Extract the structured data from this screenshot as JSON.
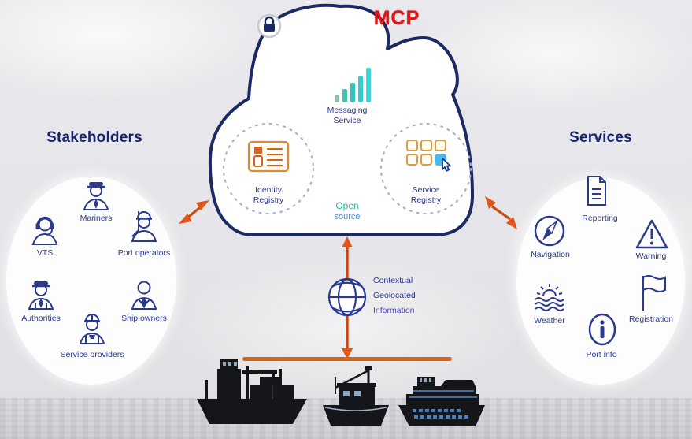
{
  "app": {
    "title": "MCP"
  },
  "cloud": {
    "lock_icon": "lock-icon",
    "messaging": {
      "line1": "Messaging",
      "line2": "Service",
      "icon": "bar-chart-icon"
    },
    "identity": {
      "line1": "Identity",
      "line2": "Registry",
      "icon": "id-card-icon"
    },
    "service": {
      "line1": "Service",
      "line2": "Registry",
      "icon": "app-grid-icon"
    },
    "open_source": {
      "line1": "Open",
      "line2": "source"
    }
  },
  "stakeholders": {
    "title": "Stakeholders",
    "items": [
      {
        "label": "Mariners",
        "icon": "mariner-captain-icon"
      },
      {
        "label": "VTS",
        "icon": "vts-operator-icon"
      },
      {
        "label": "Port operators",
        "icon": "port-operator-icon"
      },
      {
        "label": "Authorities",
        "icon": "authority-officer-icon"
      },
      {
        "label": "Ship owners",
        "icon": "ship-owner-icon"
      },
      {
        "label": "Service providers",
        "icon": "service-provider-icon"
      }
    ]
  },
  "services": {
    "title": "Services",
    "items": [
      {
        "label": "Reporting",
        "icon": "document-icon"
      },
      {
        "label": "Navigation",
        "icon": "compass-icon"
      },
      {
        "label": "Warning",
        "icon": "warning-triangle-icon"
      },
      {
        "label": "Weather",
        "icon": "weather-icon"
      },
      {
        "label": "Registration",
        "icon": "flag-icon"
      },
      {
        "label": "Port info",
        "icon": "info-icon"
      }
    ]
  },
  "link": {
    "icon": "globe-icon",
    "line1": "Contextual",
    "line2": "Geolocated",
    "line3": "Information"
  },
  "colors": {
    "accent_orange": "#d4581a",
    "navy": "#1b2a63",
    "text_blue": "#2b3990",
    "teal": "#2fbfb0",
    "mcp_red": "#e01515",
    "icon_orange": "#d9822b",
    "highlight_blue": "#4db8e8"
  }
}
